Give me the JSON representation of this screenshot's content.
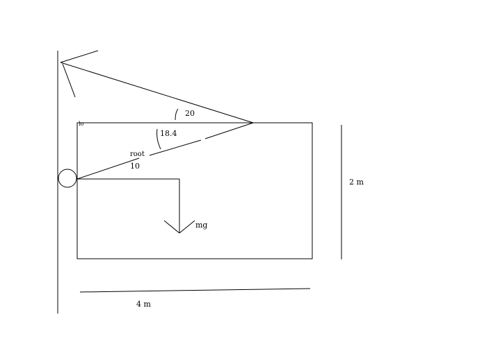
{
  "labels": {
    "angle_top": "20",
    "angle_inner": "18.4",
    "root": "root",
    "ten": "10",
    "weight": "mg",
    "height": "2 m",
    "width": "4 m",
    "corner_mark": "lo"
  },
  "colors": {
    "ink": "#000000",
    "background": "#ffffff"
  }
}
